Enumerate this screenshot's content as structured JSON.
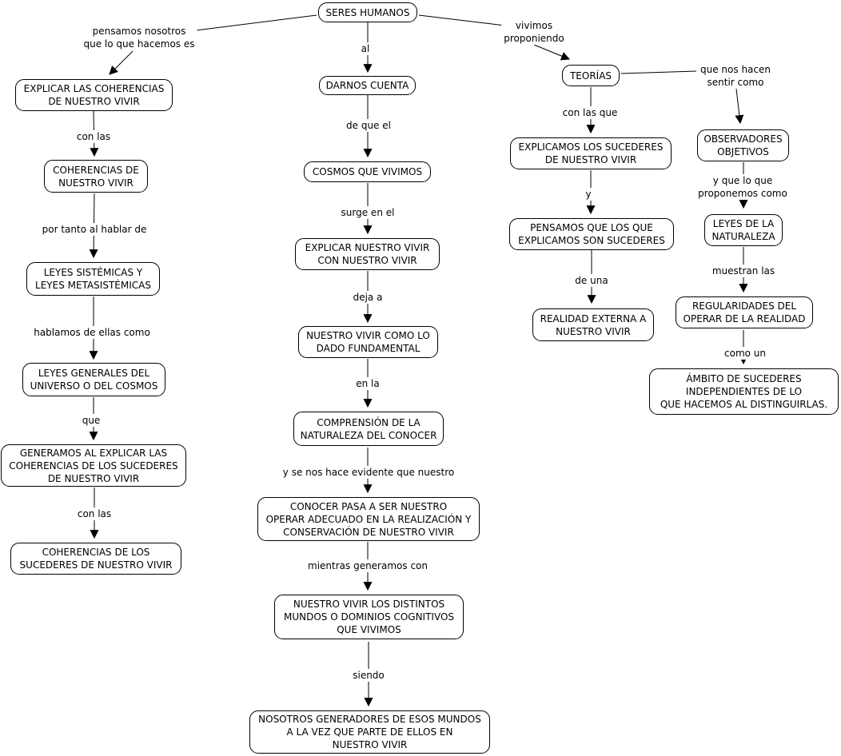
{
  "title": "SERES HUMANOS concept map",
  "colors": {
    "background": "#ffffff",
    "line": "#000000",
    "text": "#000000",
    "box_border": "#000000"
  },
  "nodes": {
    "seres_humanos": {
      "label": "SERES HUMANOS"
    },
    "explicar_coherencias": {
      "label": "EXPLICAR LAS COHERENCIAS\nDE NUESTRO VIVIR"
    },
    "coherencias_vivir": {
      "label": "COHERENCIAS DE\nNUESTRO VIVIR"
    },
    "leyes_sistemicas": {
      "label": "LEYES SISTÉMICAS Y\nLEYES METASISTÉMICAS"
    },
    "leyes_generales": {
      "label": "LEYES GENERALES DEL\nUNIVERSO O DEL COSMOS"
    },
    "generamos": {
      "label": "GENERAMOS AL EXPLICAR LAS\nCOHERENCIAS DE LOS SUCEDERES\nDE NUESTRO VIVIR"
    },
    "coherencias_sucederes": {
      "label": "COHERENCIAS DE LOS\nSUCEDERES DE NUESTRO VIVIR"
    },
    "darnos_cuenta": {
      "label": "DARNOS CUENTA"
    },
    "cosmos": {
      "label": "COSMOS QUE VIVIMOS"
    },
    "explicar_nuestro_vivir": {
      "label": "EXPLICAR NUESTRO VIVIR\nCON NUESTRO VIVIR"
    },
    "nuestro_vivir_dado": {
      "label": "NUESTRO VIVIR COMO LO\nDADO FUNDAMENTAL"
    },
    "comprension": {
      "label": "COMPRENSIÓN DE LA\nNATURALEZA DEL CONOCER"
    },
    "conocer_pasa": {
      "label": "CONOCER PASA A SER NUESTRO\nOPERAR ADECUADO EN LA REALIZACIÓN Y\nCONSERVACIÓN DE NUESTRO VIVIR"
    },
    "mundos_cognitivos": {
      "label": "NUESTRO VIVIR LOS DISTINTOS\nMUNDOS O DOMINIOS COGNITIVOS\nQUE VIVIMOS"
    },
    "nosotros_generadores": {
      "label": "NOSOTROS GENERADORES DE ESOS MUNDOS\nA LA VEZ QUE PARTE DE ELLOS EN\nNUESTRO VIVIR"
    },
    "teorias": {
      "label": "TEORÍAS"
    },
    "explicamos_sucederes": {
      "label": "EXPLICAMOS LOS SUCEDERES\nDE NUESTRO VIVIR"
    },
    "pensamos_sucederes": {
      "label": "PENSAMOS QUE LOS QUE\nEXPLICAMOS SON SUCEDERES"
    },
    "realidad_externa": {
      "label": "REALIDAD EXTERNA A\nNUESTRO VIVIR"
    },
    "observadores": {
      "label": "OBSERVADORES\nOBJETIVOS"
    },
    "leyes_naturaleza": {
      "label": "LEYES DE LA\nNATURALEZA"
    },
    "regularidades": {
      "label": "REGULARIDADES DEL\nOPERAR DE LA REALIDAD"
    },
    "ambito": {
      "label": "ÁMBITO DE SUCEDERES\nINDEPENDIENTES DE LO\nQUE HACEMOS AL DISTINGUIRLAS."
    }
  },
  "edges": [
    {
      "from": "seres_humanos",
      "to": "explicar_coherencias",
      "label": "pensamos nosotros\nque lo que hacemos es"
    },
    {
      "from": "explicar_coherencias",
      "to": "coherencias_vivir",
      "label": "con las"
    },
    {
      "from": "coherencias_vivir",
      "to": "leyes_sistemicas",
      "label": "por tanto al hablar de"
    },
    {
      "from": "leyes_sistemicas",
      "to": "leyes_generales",
      "label": "hablamos de ellas como"
    },
    {
      "from": "leyes_generales",
      "to": "generamos",
      "label": "que"
    },
    {
      "from": "generamos",
      "to": "coherencias_sucederes",
      "label": "con las"
    },
    {
      "from": "seres_humanos",
      "to": "darnos_cuenta",
      "label": "al"
    },
    {
      "from": "darnos_cuenta",
      "to": "cosmos",
      "label": "de que el"
    },
    {
      "from": "cosmos",
      "to": "explicar_nuestro_vivir",
      "label": "surge en el"
    },
    {
      "from": "explicar_nuestro_vivir",
      "to": "nuestro_vivir_dado",
      "label": "deja a"
    },
    {
      "from": "nuestro_vivir_dado",
      "to": "comprension",
      "label": "en la"
    },
    {
      "from": "comprension",
      "to": "conocer_pasa",
      "label": "y se nos hace evidente que nuestro"
    },
    {
      "from": "conocer_pasa",
      "to": "mundos_cognitivos",
      "label": "mientras generamos  con"
    },
    {
      "from": "mundos_cognitivos",
      "to": "nosotros_generadores",
      "label": "siendo"
    },
    {
      "from": "seres_humanos",
      "to": "teorias",
      "label": "vivimos\nproponiendo"
    },
    {
      "from": "teorias",
      "to": "explicamos_sucederes",
      "label": "con las que"
    },
    {
      "from": "explicamos_sucederes",
      "to": "pensamos_sucederes",
      "label": "y"
    },
    {
      "from": "pensamos_sucederes",
      "to": "realidad_externa",
      "label": "de una"
    },
    {
      "from": "teorias",
      "to": "observadores",
      "label": "que nos hacen\nsentir como"
    },
    {
      "from": "observadores",
      "to": "leyes_naturaleza",
      "label": "y que lo que\nproponemos  como"
    },
    {
      "from": "leyes_naturaleza",
      "to": "regularidades",
      "label": "muestran las"
    },
    {
      "from": "regularidades",
      "to": "ambito",
      "label": "como un"
    }
  ]
}
